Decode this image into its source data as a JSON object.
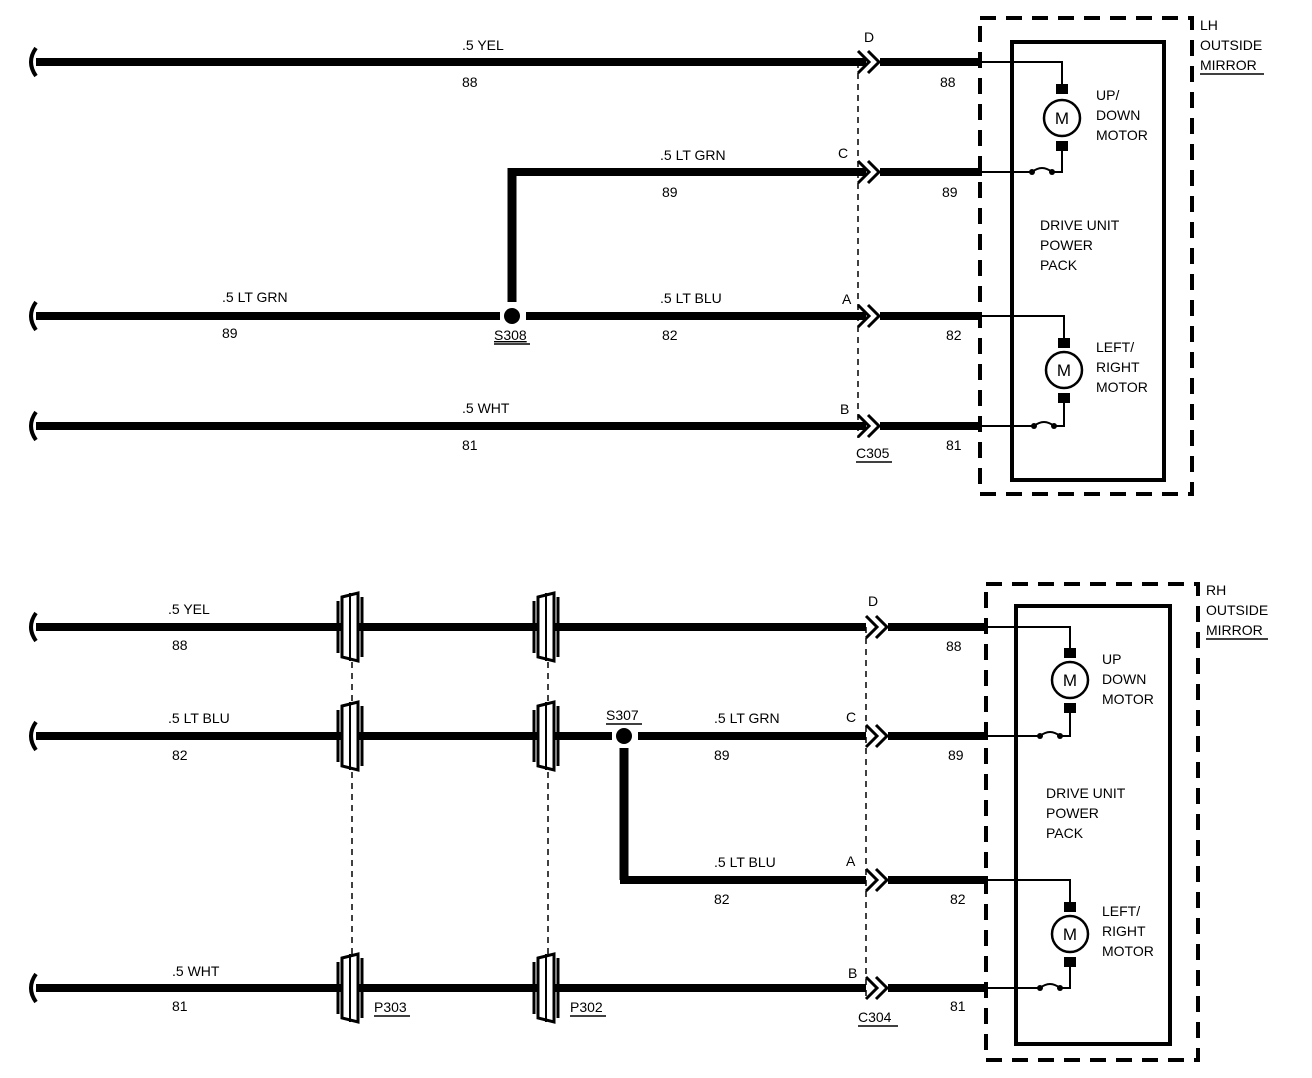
{
  "lh": {
    "mirror_label_lines": [
      "LH",
      "OUTSIDE",
      "MIRROR"
    ],
    "connector": "C305",
    "splice": "S308",
    "pack_label_lines": [
      "DRIVE UNIT",
      "POWER",
      "PACK"
    ],
    "motor_symbol": "M",
    "motor1_label_lines": [
      "UP/",
      "DOWN",
      "MOTOR"
    ],
    "motor2_label_lines": [
      "LEFT/",
      "RIGHT",
      "MOTOR"
    ],
    "wires": [
      {
        "left_wire": ".5 YEL",
        "left_circuit": "88",
        "pin": "D",
        "right_circuit": "88"
      },
      {
        "right_wire": ".5 LT GRN",
        "right_circuit_label": "89",
        "pin": "C",
        "right_circuit": "89"
      },
      {
        "left_wire": ".5 LT GRN",
        "left_circuit": "89",
        "right_wire": ".5 LT BLU",
        "mid_circuit": "82",
        "pin": "A",
        "right_circuit": "82"
      },
      {
        "left_wire": ".5 WHT",
        "left_circuit": "81",
        "pin": "B",
        "right_circuit": "81"
      }
    ]
  },
  "rh": {
    "mirror_label_lines": [
      "RH",
      "OUTSIDE",
      "MIRROR"
    ],
    "connector": "C304",
    "splice": "S307",
    "inline_connectors": [
      "P303",
      "P302"
    ],
    "pack_label_lines": [
      "DRIVE UNIT",
      "POWER",
      "PACK"
    ],
    "motor_symbol": "M",
    "motor1_label_lines": [
      "UP",
      "DOWN",
      "MOTOR"
    ],
    "motor2_label_lines": [
      "LEFT/",
      "RIGHT",
      "MOTOR"
    ],
    "wires": [
      {
        "left_wire": ".5 YEL",
        "left_circuit": "88",
        "pin": "D",
        "right_circuit": "88"
      },
      {
        "left_wire": ".5 LT BLU",
        "left_circuit": "82",
        "right_wire": ".5 LT GRN",
        "mid_circuit": "89",
        "pin": "C",
        "right_circuit": "89"
      },
      {
        "right_wire": ".5 LT BLU",
        "mid_circuit": "82",
        "pin": "A",
        "right_circuit": "82"
      },
      {
        "left_wire": ".5 WHT",
        "left_circuit": "81",
        "pin": "B",
        "right_circuit": "81"
      }
    ]
  }
}
